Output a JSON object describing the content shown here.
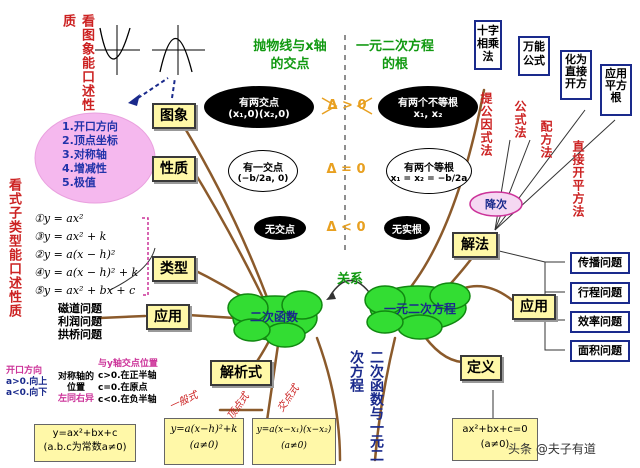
{
  "graphs_note": "看图象能口述性质",
  "types_note": "看式子类型能口述性质",
  "headers": {
    "intersect": "抛物线与x轴的交点",
    "roots": "一元二次方程的根"
  },
  "center_left": "二次函数",
  "center_right": "一元二次方程",
  "relation": "关系",
  "vertical_link": "二次函数与一元二次方程",
  "left_boxes": {
    "graph": "图象",
    "props": "性质",
    "types": "类型",
    "app": "应用",
    "formula": "解析式"
  },
  "right_boxes": {
    "solve": "解法",
    "app": "应用",
    "define": "定义"
  },
  "properties": [
    "1.开口方向",
    "2.顶点坐标",
    "3.对称轴",
    "4.增减性",
    "5.极值"
  ],
  "types": [
    "①y = ax²",
    "②y = a(x − h)²",
    "③y = ax² + k",
    "④y = a(x − h)² + k",
    "⑤y = ax² + bx + c"
  ],
  "applications": [
    "磁道问题",
    "利润问题",
    "拱桥问题"
  ],
  "cases": [
    {
      "left_title": "有两交点",
      "left_sub": "(x₁,0)(x₂,0)",
      "delta": "Δ > 0",
      "right_title": "有两个不等根",
      "right_sub": "x₁, x₂"
    },
    {
      "left_title": "有一交点",
      "left_sub": "(−b/2a, 0)",
      "delta": "Δ = 0",
      "right_title": "有两个等根",
      "right_sub": "x₁ = x₂ = −b/2a"
    },
    {
      "left_title": "无交点",
      "left_sub": "",
      "delta": "Δ < 0",
      "right_title": "无实根",
      "right_sub": ""
    }
  ],
  "methods_boxes": [
    "十字相乘法",
    "万能公式",
    "化为直接开方",
    "应用平方根"
  ],
  "methods_labels": [
    "提公因式法",
    "公式法",
    "配方法",
    "直接开平方法"
  ],
  "degree_down": "降次",
  "eq_apps": [
    "传播问题",
    "行程问题",
    "效率问题",
    "面积问题"
  ],
  "definition": {
    "line1": "ax²+bx+c=0",
    "line2": "(a≠0)"
  },
  "formula_forms": {
    "general": "一般式",
    "vertex": "顶点式",
    "intercept": "交点式"
  },
  "formula_boxes": [
    {
      "line1": "y=ax²+bx+c",
      "line2": "(a.b.c为常数a≠0)"
    },
    {
      "line1": "y=a(x−h)²+k",
      "line2": "(a≠0)"
    },
    {
      "line1": "y=a(x−x₁)(x−x₂)",
      "line2": "(a≠0)"
    }
  ],
  "left_notes": {
    "open_dir": "开口方向",
    "a_pos": "a>0.向上",
    "a_neg": "a<0.向下",
    "axis_pos": "对称轴的位置",
    "same_diff": "左同右异"
  },
  "c_notes": {
    "title": "与y轴交点位置",
    "c_pos": "c>0.在正半轴",
    "c_zero": "c=0.在原点",
    "c_neg": "c<0.在负半轴"
  },
  "watermark": "头条 @夫子有道",
  "colors": {
    "cloud": "#33dd33",
    "red": "#cc2222",
    "green": "#119911",
    "blue": "#1a2a8c",
    "magenta": "#cc3399"
  }
}
